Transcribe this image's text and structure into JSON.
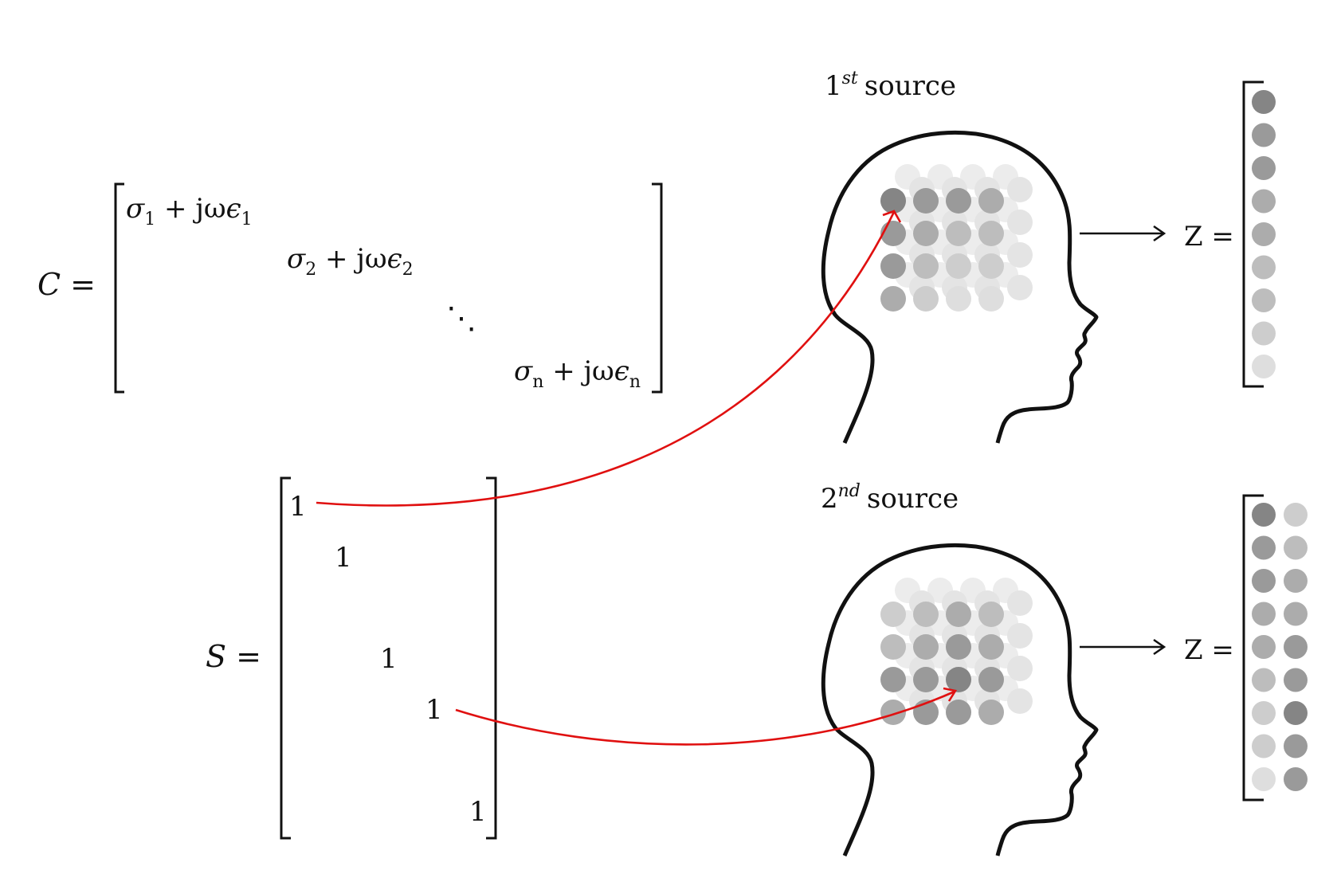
{
  "matrix_c": {
    "lhs": "C =",
    "entries": [
      {
        "sym": "σ",
        "sub": "1",
        "mid": " + jω",
        "sym2": "ϵ",
        "sub2": "1"
      },
      {
        "sym": "σ",
        "sub": "2",
        "mid": " + jω",
        "sym2": "ϵ",
        "sub2": "2"
      },
      {
        "sym": "σ",
        "sub": "n",
        "mid": " + jω",
        "sym2": "ϵ",
        "sub2": "n"
      }
    ],
    "dots": "⋱"
  },
  "matrix_s": {
    "lhs": "S =",
    "entries": [
      "1",
      "1",
      "1",
      "1",
      "1"
    ]
  },
  "sources": [
    {
      "num": "1",
      "sup": "st",
      "word": "source",
      "z_label": "Z ="
    },
    {
      "num": "2",
      "sup": "nd",
      "word": "source",
      "z_label": "Z ="
    }
  ],
  "colors": {
    "link_arrow": "#e01010",
    "outline": "#111111",
    "dot_shades": [
      "#858585",
      "#9a9a9a",
      "#acacac",
      "#bdbdbd",
      "#cdcdcd",
      "#dedede"
    ]
  },
  "icons": [
    "head-outline-icon",
    "electrode-grid-icon",
    "arrow-right-icon"
  ]
}
